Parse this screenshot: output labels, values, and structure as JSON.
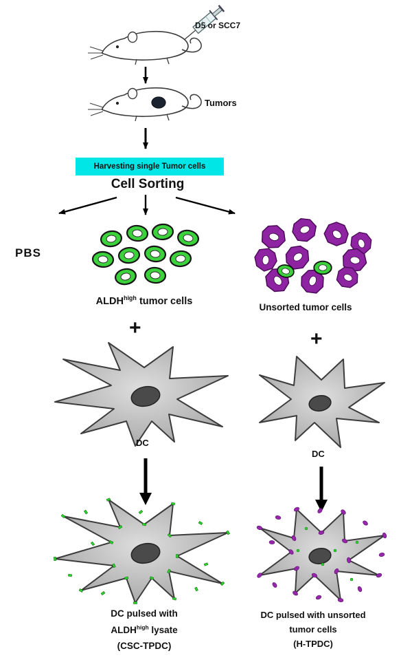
{
  "colors": {
    "cyan": "#00e6e6",
    "green": "#35d235",
    "purple": "#8e24a2",
    "cell_gray": "#b3b3b3"
  },
  "labels": {
    "injection": "D5 or SCC7",
    "tumors": "Tumors",
    "harvest": "Harvesting single Tumor cells",
    "cell_sorting": "Cell Sorting",
    "pbs": "PBS",
    "aldh": {
      "prefix": "ALDH",
      "sup": "high",
      "suffix": " tumor cells"
    },
    "unsorted": "Unsorted tumor cells",
    "plus": "+",
    "dc": "DC",
    "pulsed_left": {
      "line1": "DC pulsed with",
      "line2_prefix": "ALDH",
      "line2_sup": "high",
      "line2_suffix": " lysate",
      "line3": "(CSC-TPDC)"
    },
    "pulsed_right": {
      "line1": "DC pulsed with unsorted",
      "line2": "tumor cells",
      "line3": "(H-TPDC)"
    }
  }
}
